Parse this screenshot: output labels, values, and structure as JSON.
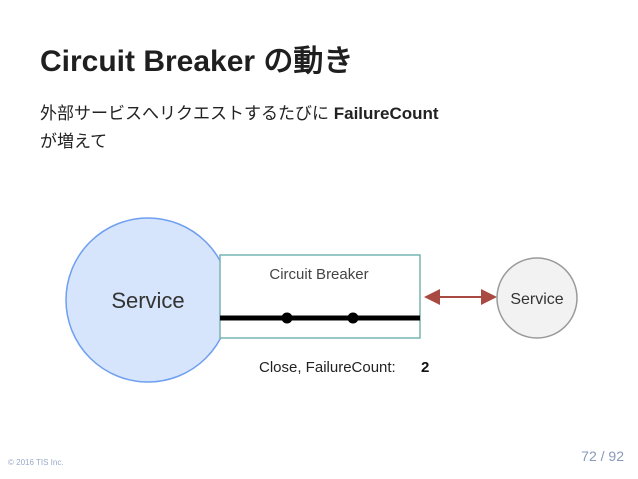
{
  "slide": {
    "title": "Circuit Breaker の動き",
    "body_line1_prefix": "外部サービスへリクエストするたびに ",
    "body_line1_bold": "FailureCount",
    "body_line2": "が増えて"
  },
  "diagram": {
    "left_service_label": "Service",
    "breaker_label": "Circuit Breaker",
    "right_service_label": "Service",
    "status_label": "Close, FailureCount:",
    "failure_count": "2",
    "colors": {
      "left_service_fill": "#d6e5fb",
      "left_service_stroke": "#6e9ff0",
      "breaker_border": "#77b5b3",
      "wire": "#000000",
      "right_service_fill": "#f2f2f2",
      "right_service_stroke": "#9a9a9a",
      "arrow": "#a84a42"
    }
  },
  "footer": {
    "copyright": "© 2016 TIS Inc.",
    "page": "72 / 92"
  }
}
